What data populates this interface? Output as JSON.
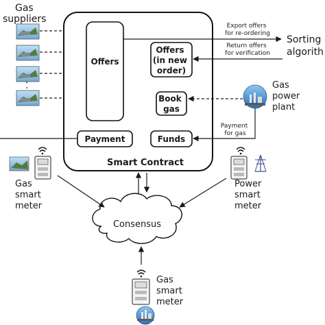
{
  "gas_suppliers": {
    "line1": "Gas",
    "line2": "suppliers"
  },
  "smart_contract": {
    "label": "Smart Contract",
    "offers": "Offers",
    "offers_new_order": {
      "line1": "Offers",
      "line2": "(in new",
      "line3": "order)"
    },
    "book_gas": {
      "line1": "Book",
      "line2": "gas"
    },
    "payment": "Payment",
    "funds": "Funds"
  },
  "export_note": {
    "line1": "Export offers",
    "line2": "for re-ordering"
  },
  "return_note": {
    "line1": "Return offers",
    "line2": "for verification"
  },
  "sorting_algorithm": {
    "line1": "Sorting",
    "line2": "algorith"
  },
  "gas_power_plant": {
    "line1": "Gas",
    "line2": "power",
    "line3": "plant"
  },
  "payment_for_gas": {
    "line1": "Payment",
    "line2": "for gas"
  },
  "gas_smart_meter_left": {
    "line1": "Gas",
    "line2": "smart",
    "line3": "meter"
  },
  "power_smart_meter": {
    "line1": "Power",
    "line2": "smart",
    "line3": "meter"
  },
  "consensus": "Consensus",
  "gas_smart_meter_bottom": {
    "line1": "Gas",
    "line2": "smart",
    "line3": "meter"
  },
  "supplier_ellipsis": "."
}
